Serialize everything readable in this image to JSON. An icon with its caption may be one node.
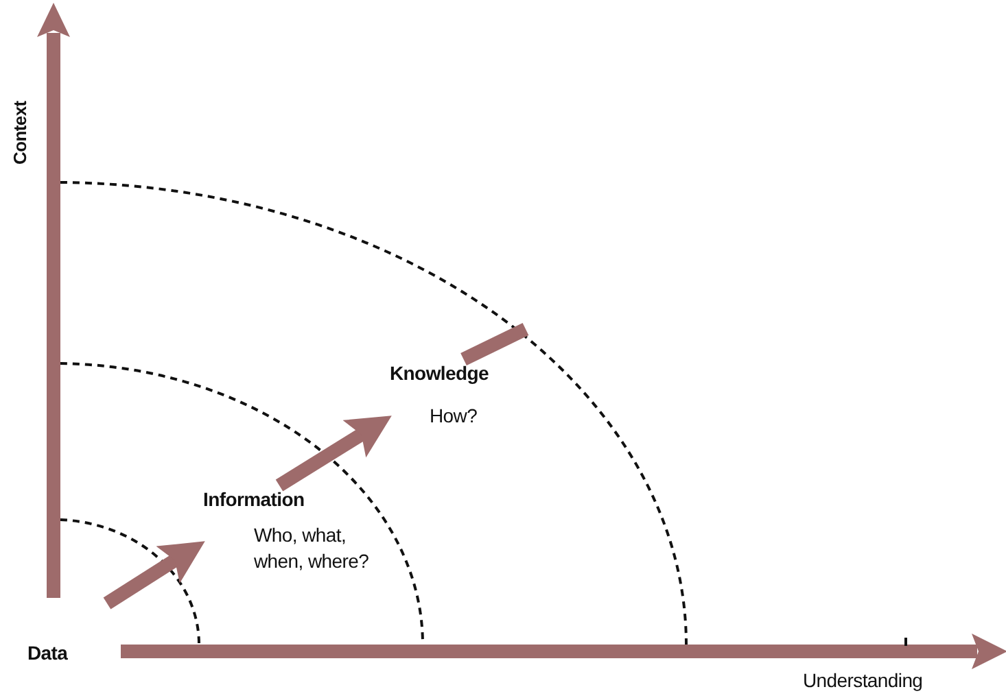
{
  "diagram": {
    "nodes": [
      {
        "text": [
          "Data"
        ]
      },
      {
        "text": [
          "Information",
          "Who, what, when, where?"
        ]
      },
      {
        "text": [
          "Knowledge",
          "How?"
        ]
      }
    ],
    "edges": [
      {
        "from": 0,
        "to": 1,
        "arrow": "to"
      },
      {
        "from": 1,
        "to": 2,
        "arrow": "to"
      },
      {
        "from": 2,
        "to": null,
        "arrow": "none"
      }
    ],
    "labels": [
      "Context",
      "Understanding"
    ]
  }
}
